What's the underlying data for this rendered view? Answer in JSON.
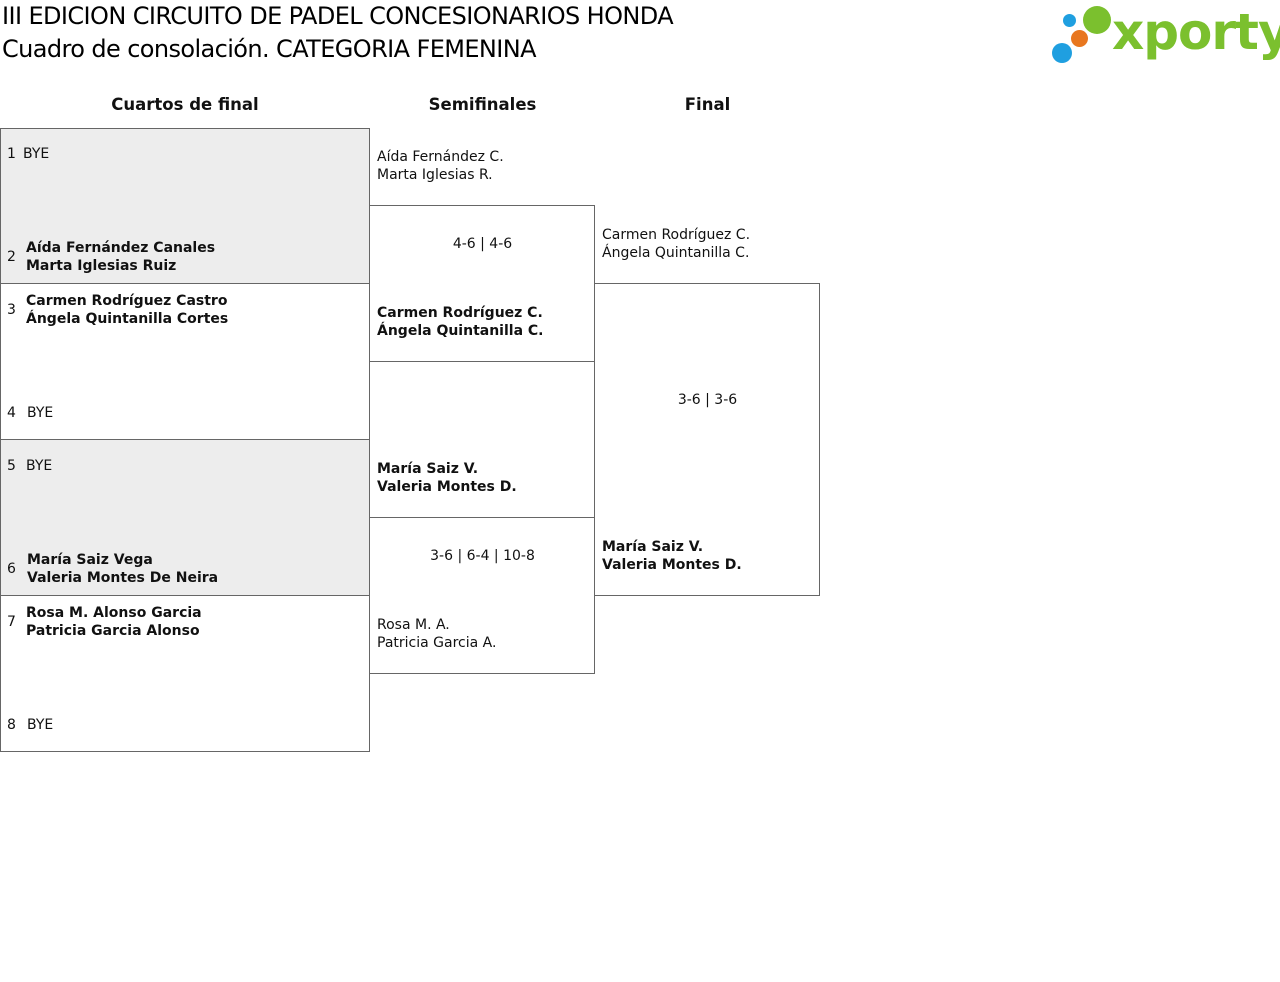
{
  "header": {
    "title": "III EDICION CIRCUITO DE PADEL CONCESIONARIOS HONDA",
    "subtitle": "Cuadro de consolación. CATEGORIA FEMENINA",
    "logo_text": "xporty",
    "logo_colors": [
      "#7bc02e",
      "#e8771f",
      "#1f9fe0"
    ]
  },
  "rounds": [
    "Cuartos de final",
    "Semifinales",
    "Final"
  ],
  "quarterfinals": [
    {
      "seed": "1",
      "p1": "BYE",
      "p2": ""
    },
    {
      "seed": "2",
      "p1": "Aída Fernández Canales",
      "p2": "Marta Iglesias Ruiz"
    },
    {
      "seed": "3",
      "p1": "Carmen Rodríguez Castro",
      "p2": "Ángela Quintanilla Cortes"
    },
    {
      "seed": "4",
      "p1": "BYE",
      "p2": ""
    },
    {
      "seed": "5",
      "p1": "BYE",
      "p2": ""
    },
    {
      "seed": "6",
      "p1": "María Saiz Vega",
      "p2": "Valeria Montes De Neira"
    },
    {
      "seed": "7",
      "p1": "Rosa M. Alonso Garcia",
      "p2": "Patricia Garcia Alonso"
    },
    {
      "seed": "8",
      "p1": "BYE",
      "p2": ""
    }
  ],
  "semifinals": [
    {
      "p1": "Aída Fernández C.",
      "p2": "Marta Iglesias R."
    },
    {
      "p1": "Carmen Rodríguez C.",
      "p2": "Ángela Quintanilla C."
    },
    {
      "p1": "María Saiz V.",
      "p2": "Valeria Montes D."
    },
    {
      "p1": "Rosa M. A.",
      "p2": "Patricia Garcia A."
    }
  ],
  "semifinal_scores": [
    "4-6 | 4-6",
    "3-6 | 6-4 | 10-8"
  ],
  "final": [
    {
      "p1": "Carmen Rodríguez C.",
      "p2": "Ángela Quintanilla C."
    },
    {
      "p1": "María Saiz V.",
      "p2": "Valeria Montes D."
    }
  ],
  "final_score": "3-6 | 3-6"
}
